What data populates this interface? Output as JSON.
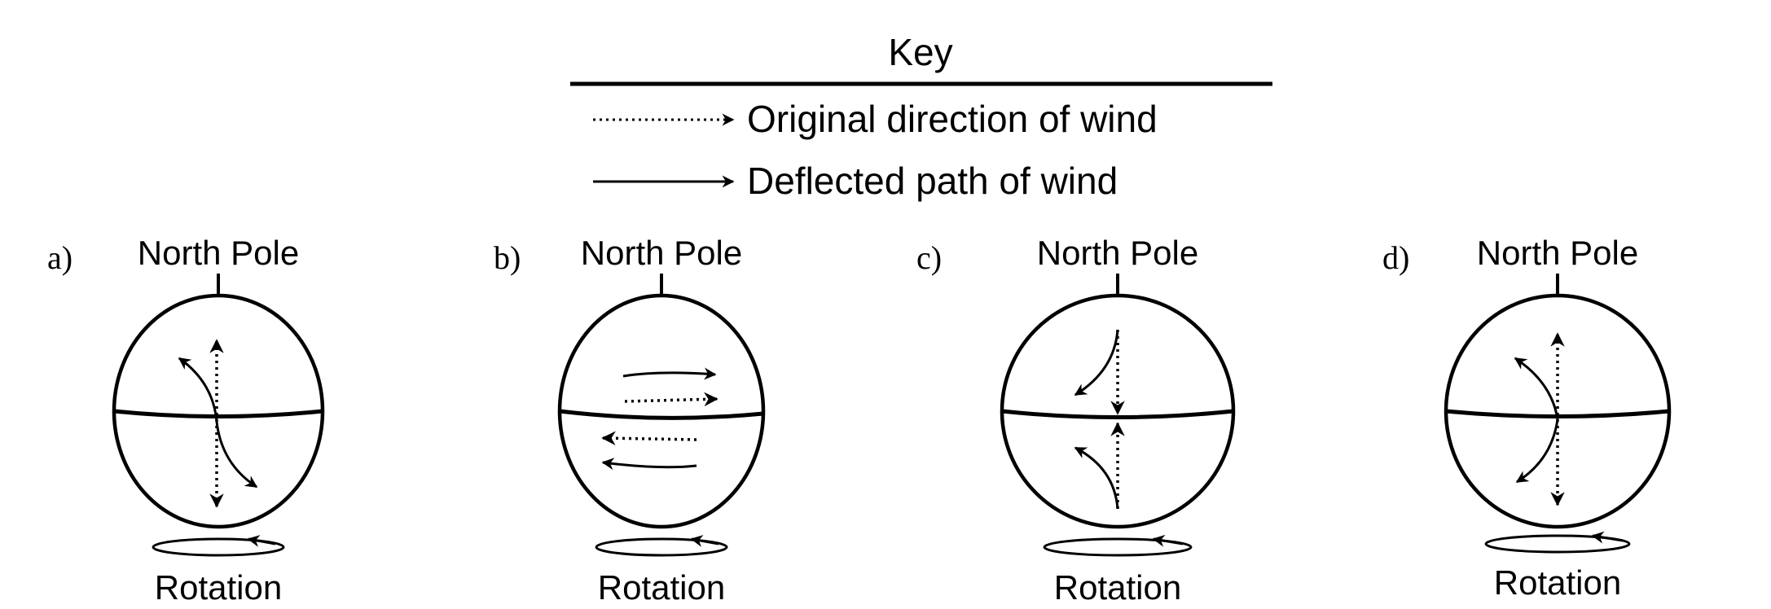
{
  "key": {
    "title": "Key",
    "original_label": "Original direction of wind",
    "deflected_label": "Deflected path of wind"
  },
  "panels": [
    {
      "letter": "a)",
      "top_label": "North Pole",
      "bottom_label": "Rotation"
    },
    {
      "letter": "b)",
      "top_label": "North Pole",
      "bottom_label": "Rotation"
    },
    {
      "letter": "c)",
      "top_label": "North Pole",
      "bottom_label": "Rotation"
    },
    {
      "letter": "d)",
      "top_label": "North Pole",
      "bottom_label": "Rotation"
    }
  ],
  "colors": {
    "ink": "#000000",
    "background": "#ffffff"
  }
}
